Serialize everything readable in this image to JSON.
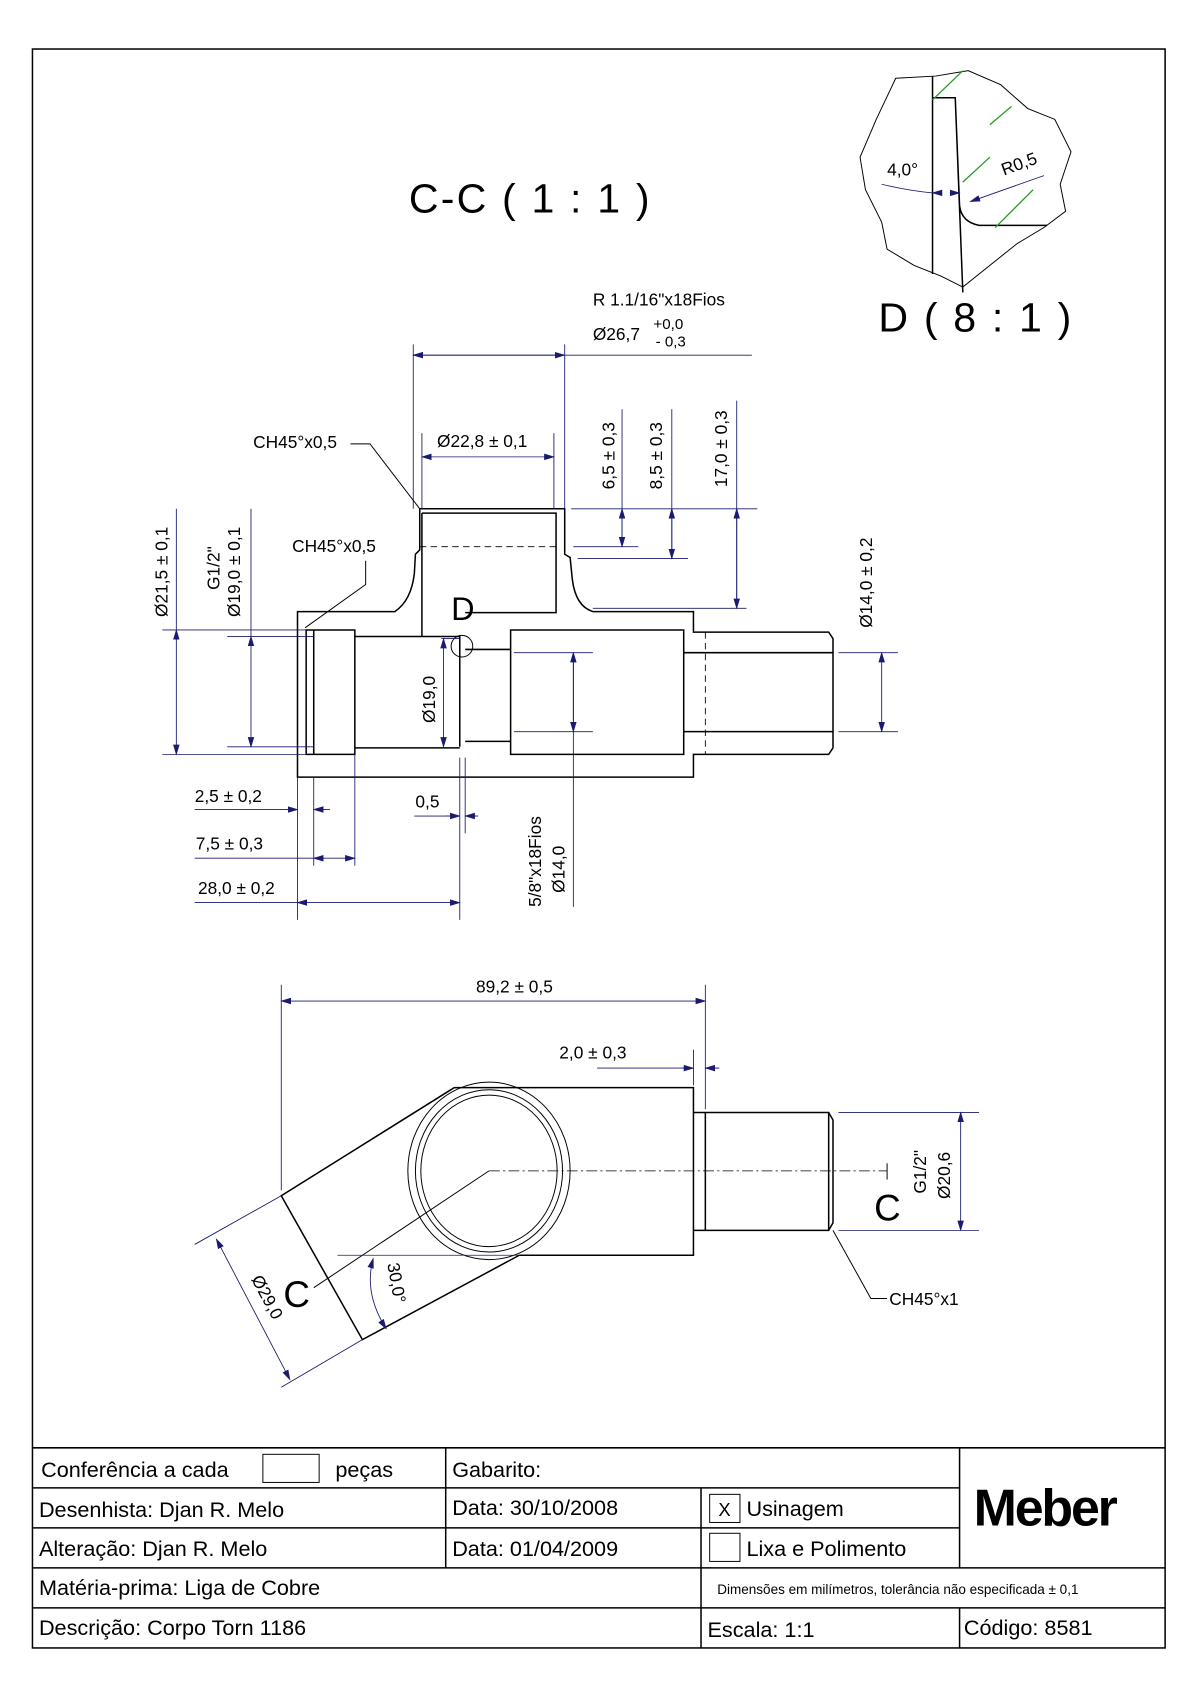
{
  "section_view": {
    "title": "C-C ( 1 : 1 )",
    "thread_spec": "R 1.1/16\"x18Fios",
    "thread_dia": "Ø26,7",
    "tol_upper": "+0,0",
    "tol_lower": "- 0,3",
    "chamfer_top": "CH45°x0,5",
    "chamfer_left": "CH45°x0,5",
    "dia_22_8": "Ø22,8 ± 0,1",
    "depth_6_5": "6,5 ± 0,3",
    "depth_8_5": "8,5 ± 0,3",
    "depth_17": "17,0 ± 0,3",
    "dia_21_5": "Ø21,5 ± 0,1",
    "g12": "G1/2\"",
    "dia_19_tol": "Ø19,0 ± 0,1",
    "detail_marker": "D",
    "dia_19": "Ø19,0",
    "dia_14_tol": "Ø14,0 ± 0,2",
    "len_2_5": "2,5 ± 0,2",
    "len_7_5": "7,5 ± 0,3",
    "len_28": "28,0 ± 0,2",
    "len_0_5": "0,5",
    "thread_58": "5/8\"x18Fios",
    "dia_14": "Ø14,0"
  },
  "detail_view": {
    "title": "D ( 8 : 1 )",
    "angle": "4,0°",
    "radius": "R0,5"
  },
  "top_view": {
    "len_89_2": "89,2 ± 0,5",
    "len_2_0": "2,0 ± 0,3",
    "g12": "G1/2\"",
    "dia_20_6": "Ø20,6",
    "chamfer": "CH45°x1",
    "dia_29": "Ø29,0",
    "angle_30": "30,0°",
    "section_mark_left": "C",
    "section_mark_right": "C"
  },
  "title_block": {
    "conferencia": "Conferência a cada",
    "pecas": "peças",
    "gabarito": "Gabarito:",
    "desenhista": "Desenhista: Djan R. Melo",
    "data1": "Data: 30/10/2008",
    "usinagem_check": "X",
    "usinagem": "Usinagem",
    "alteracao": "Alteração: Djan R. Melo",
    "data2": "Data: 01/04/2009",
    "lixa": "Lixa e Polimento",
    "materia": "Matéria-prima: Liga de Cobre",
    "nota": "Dimensões em milímetros, tolerância não especificada ± 0,1",
    "descricao": "Descrição: Corpo Torn 1186",
    "escala": "Escala: 1:1",
    "codigo": "Código: 8581",
    "logo": "Meber"
  }
}
